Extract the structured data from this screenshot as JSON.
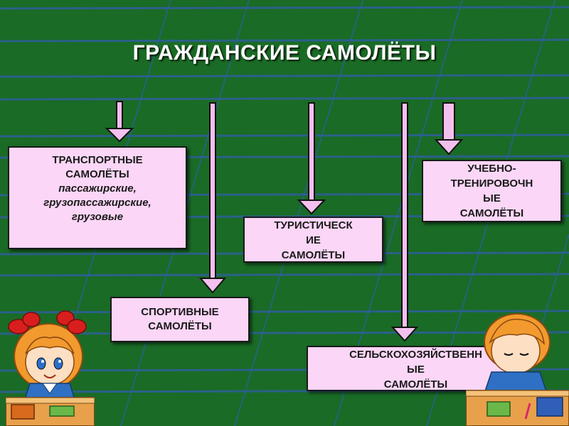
{
  "title": "ГРАЖДАНСКИЕ САМОЛЁТЫ",
  "boxes": {
    "transport": {
      "line1": "ТРАНСПОРТНЫЕ",
      "line2": "САМОЛЁТЫ",
      "sub1": "пассажирские,",
      "sub2": "грузопассажирские,",
      "sub3": "грузовые"
    },
    "sport": {
      "line1": "СПОРТИВНЫЕ",
      "line2": "САМОЛЁТЫ"
    },
    "tourist": {
      "line1": "ТУРИСТИЧЕСК",
      "line2": "ИЕ",
      "line3": "САМОЛЁТЫ"
    },
    "training": {
      "line1": "УЧЕБНО-",
      "line2": "ТРЕНИРОВОЧН",
      "line3": "ЫЕ",
      "line4": "САМОЛЁТЫ"
    },
    "agri": {
      "line1": "СЕЛЬСКОХОЗЯЙСТВЕНН",
      "line2": "ЫЕ",
      "line3": "САМОЛЁТЫ"
    }
  },
  "colors": {
    "background": "#1a6b26",
    "line_blue": "#2f5f9a",
    "arrow_fill": "#f4c0ee",
    "box_fill": "#fbd6f6"
  }
}
